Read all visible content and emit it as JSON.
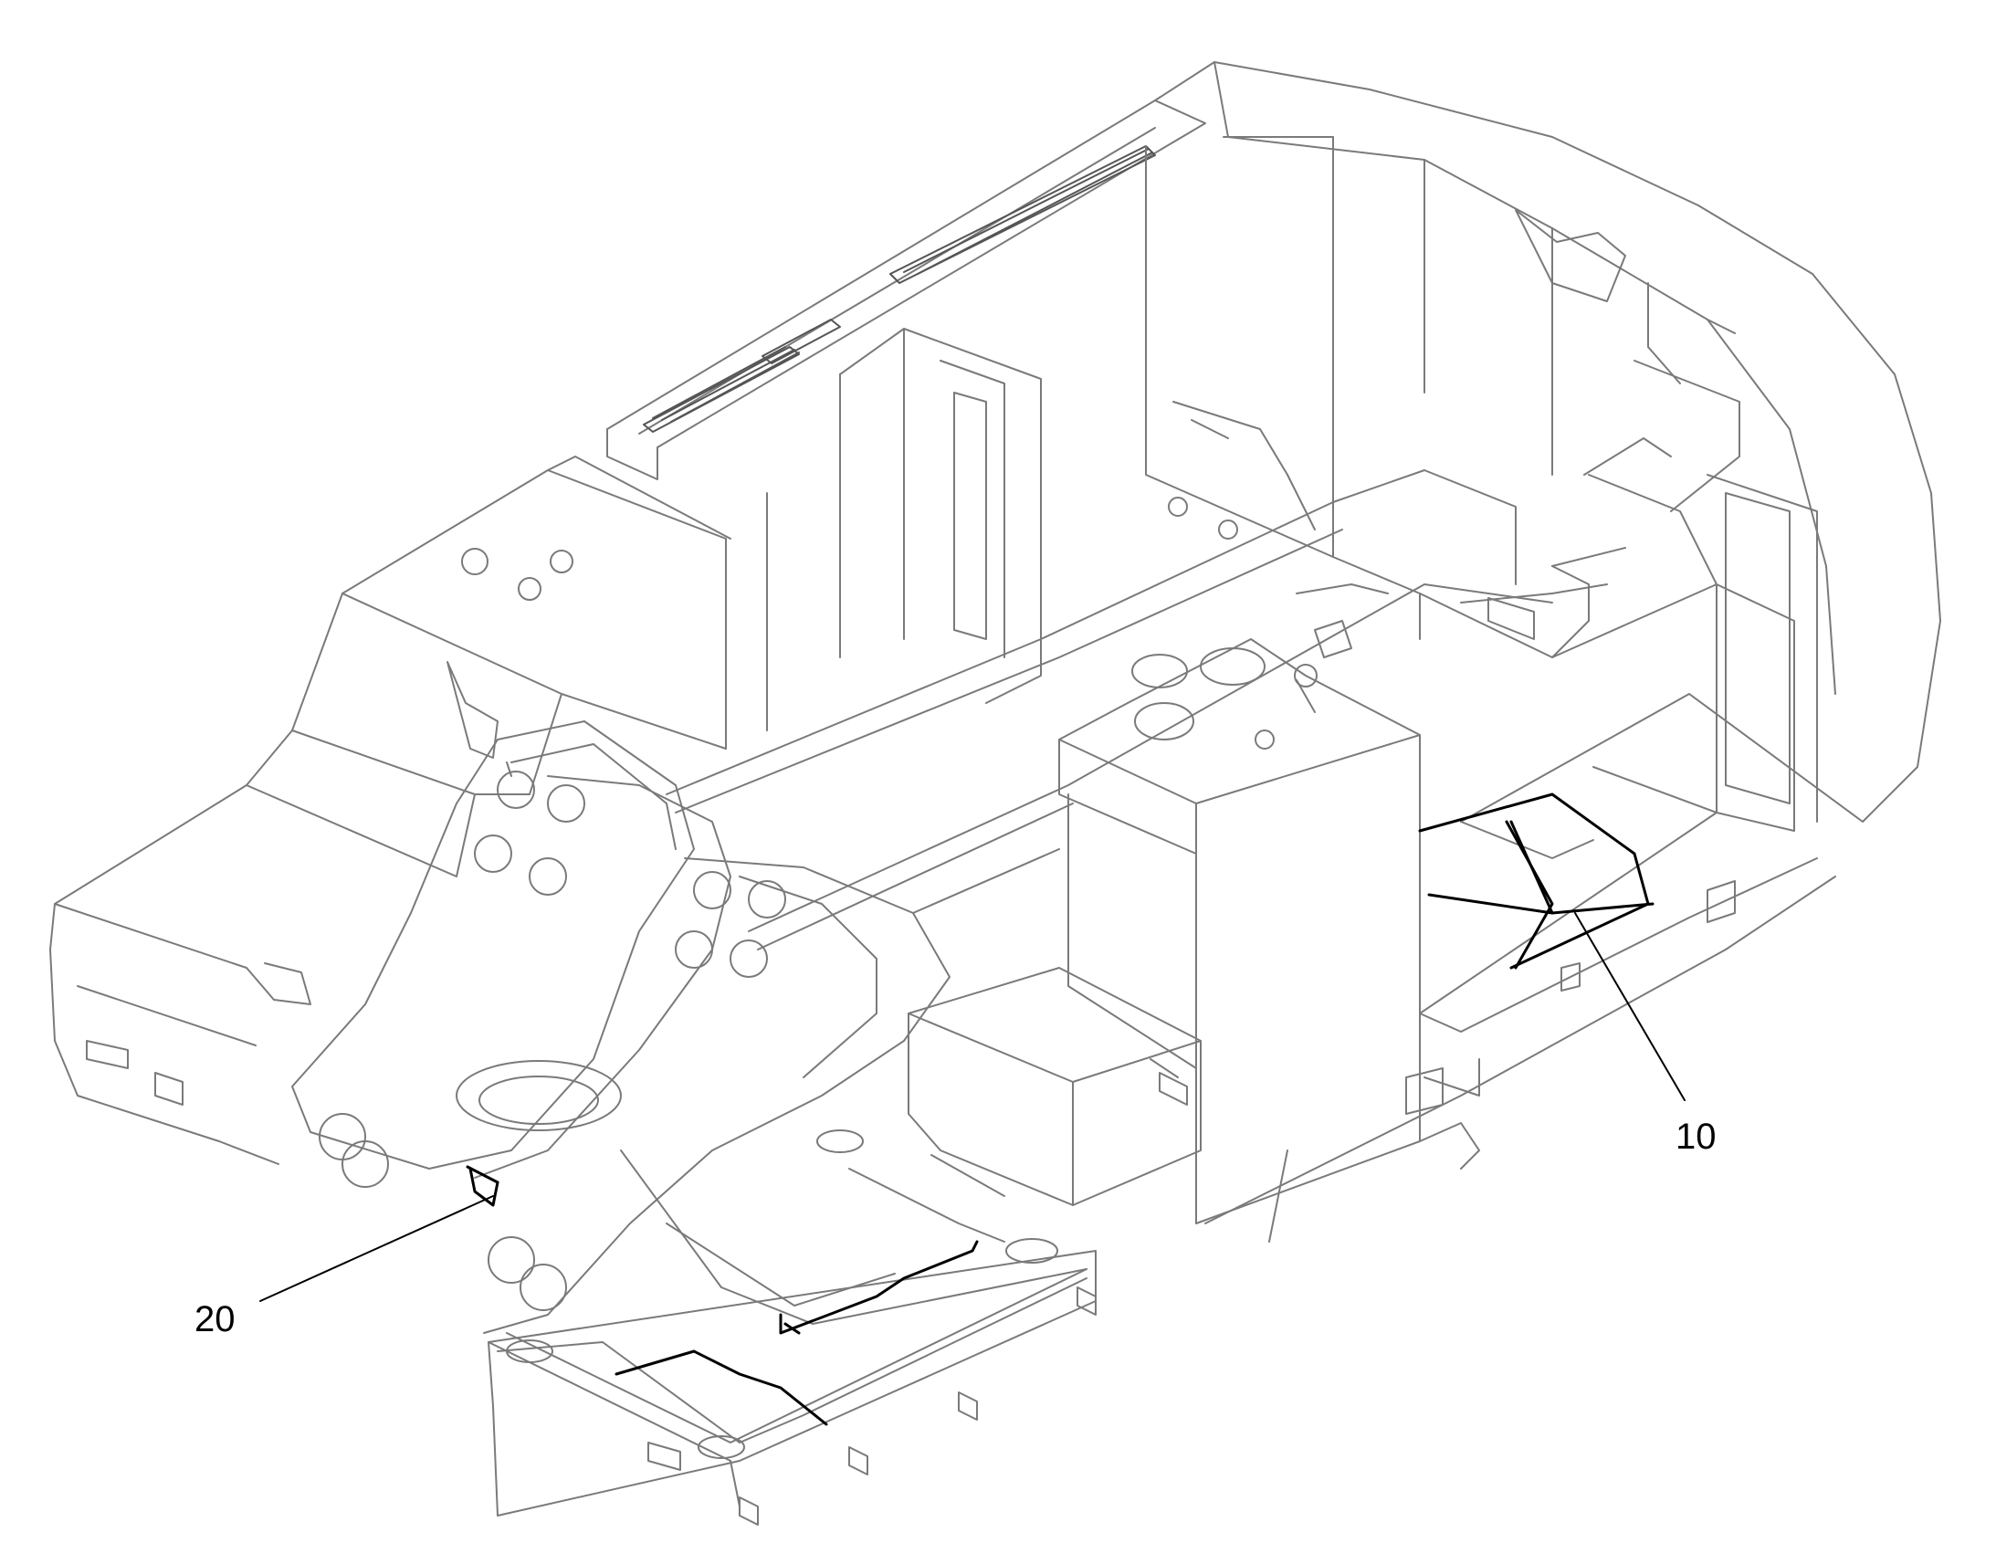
{
  "callouts": [
    {
      "id": "callout-10",
      "label": "10"
    },
    {
      "id": "callout-20",
      "label": "20"
    }
  ],
  "colors": {
    "outline": "#7a7a7a",
    "highlight": "#000000",
    "background": "#ffffff"
  }
}
